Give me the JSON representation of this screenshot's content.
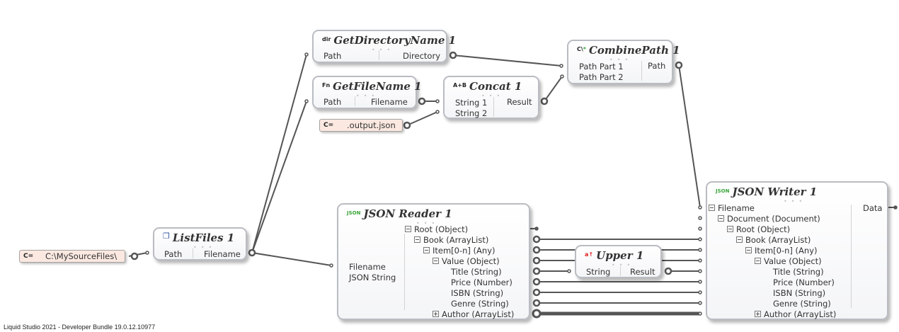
{
  "status_bar": "Liquid Studio 2021 - Developer Bundle 19.0.12.10977",
  "constants": {
    "source_path": {
      "icon": "C=",
      "value": "C:\\MySourceFiles\\"
    },
    "output_ext": {
      "icon": "C=",
      "value": ".output.json"
    }
  },
  "nodes": {
    "list_files": {
      "icon": "list-files-icon",
      "title": "ListFiles 1",
      "inputs": [
        "Path"
      ],
      "outputs": [
        "Filename"
      ]
    },
    "get_directory_name": {
      "icon_text": "dir",
      "title": "GetDirectoryName 1",
      "inputs": [
        "Path"
      ],
      "outputs": [
        "Directory"
      ]
    },
    "get_file_name": {
      "icon_text": "Fn",
      "title": "GetFileName 1",
      "inputs": [
        "Path"
      ],
      "outputs": [
        "Filename"
      ]
    },
    "concat": {
      "icon_text": "A+B",
      "title": "Concat 1",
      "inputs": [
        "String 1",
        "String 2"
      ],
      "outputs": [
        "Result"
      ]
    },
    "combine_path": {
      "icon_text": "C\\*",
      "title": "CombinePath 1",
      "inputs": [
        "Path Part 1",
        "Path Part 2"
      ],
      "outputs": [
        "Path"
      ]
    },
    "upper": {
      "icon": "upper-case-icon",
      "title": "Upper 1",
      "inputs": [
        "String"
      ],
      "outputs": [
        "Result"
      ]
    },
    "json_reader": {
      "icon": "json-reader-icon",
      "title": "JSON Reader 1",
      "inputs": [
        "Filename",
        "JSON String"
      ],
      "outputs": [
        {
          "label": "Root (Object)",
          "level": 0,
          "toggle": "minus"
        },
        {
          "label": "Book (ArrayList)",
          "level": 1,
          "toggle": "minus"
        },
        {
          "label": "Item[0-n] (Any)",
          "level": 2,
          "toggle": "minus"
        },
        {
          "label": "Value (Object)",
          "level": 3,
          "toggle": "minus"
        },
        {
          "label": "Title (String)",
          "level": 4,
          "toggle": "none"
        },
        {
          "label": "Price (Number)",
          "level": 4,
          "toggle": "none"
        },
        {
          "label": "ISBN (String)",
          "level": 4,
          "toggle": "none"
        },
        {
          "label": "Genre (String)",
          "level": 4,
          "toggle": "none"
        },
        {
          "label": "Author (ArrayList)",
          "level": 3,
          "toggle": "plus"
        }
      ]
    },
    "json_writer": {
      "icon": "json-writer-icon",
      "title": "JSON Writer 1",
      "inputs": [
        {
          "label": "Filename",
          "level": 0,
          "toggle": "minus"
        },
        {
          "label": "Document (Document)",
          "level": 1,
          "toggle": "minus"
        },
        {
          "label": "Root (Object)",
          "level": 2,
          "toggle": "minus"
        },
        {
          "label": "Book (ArrayList)",
          "level": 3,
          "toggle": "minus"
        },
        {
          "label": "Item[0-n] (Any)",
          "level": 4,
          "toggle": "minus"
        },
        {
          "label": "Value (Object)",
          "level": 5,
          "toggle": "minus"
        },
        {
          "label": "Title (String)",
          "level": 6,
          "toggle": "none"
        },
        {
          "label": "Price (Number)",
          "level": 6,
          "toggle": "none"
        },
        {
          "label": "ISBN (String)",
          "level": 6,
          "toggle": "none"
        },
        {
          "label": "Genre (String)",
          "level": 6,
          "toggle": "none"
        },
        {
          "label": "Author (ArrayList)",
          "level": 5,
          "toggle": "plus"
        }
      ],
      "outputs": [
        "Data"
      ]
    }
  }
}
